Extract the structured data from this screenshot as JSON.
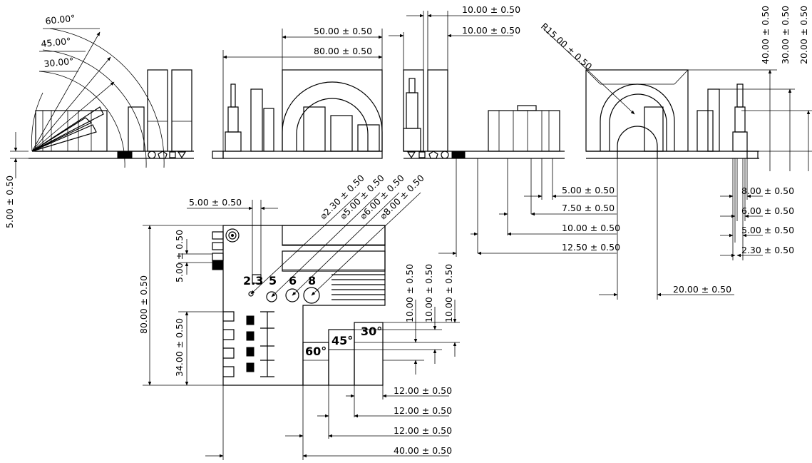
{
  "top_dims": {
    "d_10_upper": "10.00 ± 0.50",
    "d_10_lower": "10.00 ± 0.50",
    "d_50": "50.00 ± 0.50",
    "d_80": "80.00 ± 0.50",
    "radius": "R15.00 ± 0.50",
    "h_40": "40.00 ± 0.50",
    "h_30": "30.00 ± 0.50",
    "h_20": "20.00 ± 0.50"
  },
  "angles": {
    "a60": "60.00°",
    "a45": "45.00°",
    "a30": "30.00°"
  },
  "left_dims": {
    "h_5": "5.00 ± 0.50"
  },
  "plan_dims": {
    "w_5": "5.00 ± 0.50",
    "h_5": "5.00 ± 0.50",
    "h_80": "80.00 ± 0.50",
    "h_34": "34.00 ± 0.50",
    "dia_230": "⌀2.30 ± 0.50",
    "dia_500": "⌀5.00 ± 0.50",
    "dia_600": "⌀6.00 ± 0.50",
    "dia_800": "⌀8.00 ± 0.50",
    "v10_a": "10.00 ± 0.50",
    "v10_b": "10.00 ± 0.50",
    "v10_c": "10.00 ± 0.50",
    "w12_a": "12.00 ± 0.50",
    "w12_b": "12.00 ± 0.50",
    "w12_c": "12.00 ± 0.50",
    "w40": "40.00 ± 0.50"
  },
  "plan_labels": {
    "hole_23": "2.3",
    "hole_5": "5",
    "hole_6": "6",
    "hole_8": "8",
    "ang_60": "60°",
    "ang_45": "45°",
    "ang_30": "30°"
  },
  "mid_dims": {
    "w_500": "5.00 ± 0.50",
    "w_750": "7.50 ± 0.50",
    "w_1000": "10.00 ± 0.50",
    "w_1250": "12.50 ± 0.50"
  },
  "right_dims": {
    "w_800": "8.00 ± 0.50",
    "w_600": "6.00 ± 0.50",
    "w_500": "5.00 ± 0.50",
    "w_230": "2.30 ± 0.50",
    "w_2000": "20.00 ± 0.50"
  }
}
